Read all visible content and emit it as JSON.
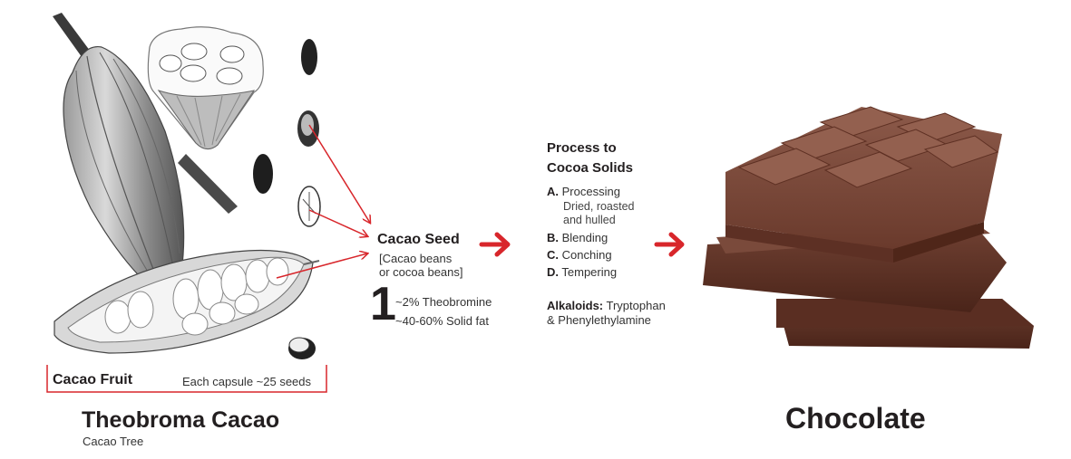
{
  "colors": {
    "accent_red": "#d8262b",
    "text_dark": "#231f20",
    "chocolate": "#6b3a2e"
  },
  "left": {
    "fruit_label": "Cacao Fruit",
    "capsule_note": "Each capsule ~25 seeds",
    "species_title": "Theobroma Cacao",
    "species_common": "Cacao Tree"
  },
  "seed": {
    "title": "Cacao Seed",
    "subtitle_line1": "[Cacao beans",
    "subtitle_line2": "or cocoa beans]",
    "big_number": "1",
    "stat1": "~2% Theobromine",
    "stat2": "~40-60% Solid fat"
  },
  "process": {
    "title_line1": "Process to",
    "title_line2": "Cocoa Solids",
    "steps": [
      {
        "letter": "A.",
        "label": "Processing",
        "detail_line1": "Dried, roasted",
        "detail_line2": "and hulled"
      },
      {
        "letter": "B.",
        "label": "Blending"
      },
      {
        "letter": "C.",
        "label": "Conching"
      },
      {
        "letter": "D.",
        "label": "Tempering"
      }
    ],
    "alkaloids_label": "Alkaloids:",
    "alkaloids_value_line1": "Tryptophan",
    "alkaloids_value_line2": "& Phenylethylamine"
  },
  "right": {
    "product_title": "Chocolate"
  },
  "icons": [
    "cacao-pod-illustration",
    "open-pod-illustration",
    "cacao-bean-icon",
    "arrow-right-icon",
    "chocolate-stack-illustration"
  ]
}
